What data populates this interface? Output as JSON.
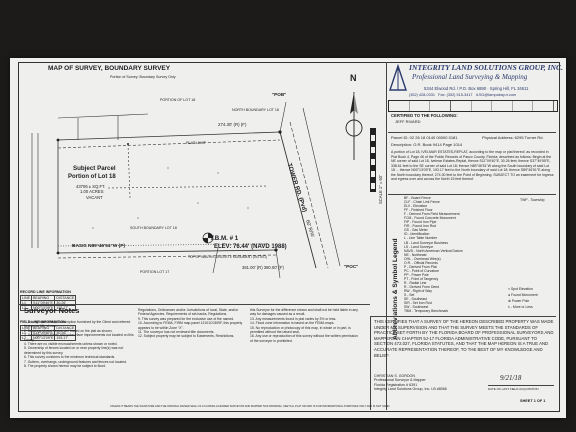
{
  "title_block": {
    "company": "INTEGRITY LAND SOLUTIONS GROUP, INC.",
    "tagline": "Professional Land Surveying & Mapping",
    "address": "5344 Elwood Rd. / P.O. Box 6890 · Spring Hill, FL 34611",
    "phone": "(352) 428-0331",
    "fax": "Fax: (352) 515-3417",
    "email": "ILSG@tampabay.rr.com"
  },
  "parcel_info": {
    "parcel_id": "Parcel ID: 02 26 18 0140 00000 0181",
    "physical_address": "Physical Address: 6295 Turner Rd.",
    "description_header": "Description: O.R. Book 9414 Page 1014",
    "certified_to_header": "CERTIFIED TO THE FOLLOWING:",
    "certified_to": "JEFF RIVARD",
    "legal_description": "A portion of Lot 18, IVELMAR ESTATES-REPLAT, according to the map or plat thereof, as recorded in Plat Book 4, Page 46 of the Public Records of Pasco County, Florida; described as follows: Begin at the NE corner of said Lot 18, Ivelmar Estates-Replat, thence S11°09'40\"E, 30.26 feet; thence S37°49'55\"E, 338.61 feet to the SE corner of said Lot 18; thence N89°46'51\"W along the South boundary of said Lot 18 ... thence N00°13'09\"E, 193.17 feet to the North boundary of said Lot 18; thence S89°46'51\"E along the North boundary thereof, 274.30 feet to the Point of Beginning. SUBJECT TO an easement for ingress and egress over and across the North 15 feet thereof."
  },
  "map": {
    "title": "MAP OF SURVEY, BOUNDARY SURVEY",
    "subtitle": "Portion of Survey: Boundary Survey Only",
    "subject_parcel": "Subject Parcel",
    "portion_of_lot": "Portion of Lot 18",
    "area_sqft": "43706 ± SQ.FT.",
    "area_acres": "1.00 ACRES",
    "vacant": "VACANT",
    "road_name": "TOWER RD. (Pvd)",
    "road_row": "60' R/W",
    "north_line_distance": "274.30' (R) (F)",
    "south_line_distance": "381.00' (R) 380.00' (F)",
    "plat_limit": "PLAT LIMIT",
    "tbm_label": "T.B.M. # 1",
    "elevation": "ELEV: 76.44' (NAVD 1988)",
    "bench_note": "TOP OF NAIL IN CONCRETE MONUMENT (NOTED)",
    "basis_label": "BASIS",
    "basis_bearing": "N89°46'51\"W (P)",
    "lot_labels": [
      "PORTION OF LOT 18",
      "NORTH BOUNDARY LOT 18",
      "SOUTH BOUNDARY LOT 18",
      "PORTION LOT 17"
    ],
    "pob": "\"POB\"",
    "poc": "\"POC\""
  },
  "line_table": {
    "title": "RECORD LINE INFORMATION",
    "headers": [
      "LINE",
      "BEARING",
      "DISTANCE"
    ],
    "rows": [
      [
        "L1",
        "S11°09'40\"E",
        "30.26'"
      ],
      [
        "L2",
        "N00°13'09\"E",
        "193.17'"
      ]
    ]
  },
  "field_table": {
    "title": "FIELD LINE INFORMATION",
    "headers": [
      "LINE",
      "BEARING",
      "DISTANCE"
    ],
    "rows": [
      [
        "L1",
        "S11°09'40\"E",
        "30.26'"
      ],
      [
        "L2",
        "N00°13'09\"E",
        "193.17'"
      ]
    ]
  },
  "legend": {
    "title": "Abbreviations & Symbol Legend",
    "items": [
      "BF - Board Fence",
      "CLF - Chain Link Fence",
      "ELV - Elevation",
      "FF - Finished Floor",
      "F - Derived From Field Measurement",
      "FCM - Found Concrete Monument",
      "FIP - Found Iron Pipe",
      "FIR - Found Iron Rod",
      "GS - Gas Meter",
      "ID - Identification",
      "L - Line Table Number",
      "LB - Land Surveyor Business",
      "LS - Land Surveyor",
      "NAVD - North American Vertical Datum",
      "NE - Northeast",
      "OHL - Overhead Wire(s)",
      "O.R. - Official Records",
      "P - Derived From Plat",
      "PC - Point of Curvature",
      "PP - Power Pole",
      "PT - Point of Tangency",
      "R - Radial Line",
      "R - Derived From Deed",
      "RW - Right of Way",
      "S - Set",
      "SE - Southeast",
      "SIR - Set Iron Rod",
      "SW - Southwest",
      "TBM - Temporary Benchmark"
    ],
    "right_items": [
      "TWP - Township"
    ],
    "symbols": [
      "Spot Elevation",
      "Found Monument",
      "Power Pole"
    ],
    "more_or_less": "± - More or Less"
  },
  "surveyor_notes": {
    "title": "Surveyor Notes",
    "notes": [
      "1. Survey based on the description furnished by the Client and referred hereon as title shown.",
      "2. Bearings shown hereon are based on the plat as shown.",
      "3. Underground utilities and subsurface improvements not located on this survey.",
      "4. There are no visible encroachments unless shown or noted.",
      "5. Ownership of fences located on or near property line(s) was not determined by this survey.",
      "6. This survey conforms to the minimum technical standards.",
      "7. Gutters, overhangs, underground features and fences not located.",
      "8. The property shown hereon may be subject to flood."
    ],
    "col2": [
      "Regulations, Ordinances and/or Jurisdictions of local, State, and/or Federal Agencies. Requirements of set-backs, Regulations.",
      "9. This survey was prepared for the exclusive use of the named.",
      "10. According to FEMA, FIRM map panel 12101C0309F, this property appears to be within Zone \"X\".",
      "11. The surveyor has not reviewed title documents.",
      "12. Subject property may be subject to Easements, Restrictions."
    ],
    "col3": [
      "this Surveyor for the difference shown and shall not be held liable in any way for damages caused as a result.",
      "13. Any measurements found in plat varies by 3% or less.",
      "14. Flood zone information is based on the FEMA maps.",
      "15. No reproduction or photocopy of this map, in whole or in part, is permitted without the raised seal.",
      "16. Any use or reproduction of this survey without the written permission of the surveyor is prohibited."
    ]
  },
  "certification": {
    "text": "THIS CERTIFIES THAT A SURVEY OF THE HEREON DESCRIBED PROPERTY WAS MADE UNDER MY SUPERVISION AND THAT THE SURVEY MEETS THE STANDARDS OF PRACTICE SET FORTH BY THE FLORIDA BOARD OF PROFESSIONAL SURVEYORS AND MAPPERS IN CHAPTER 5J-17 FLORIDA ADMINISTRATIVE CODE, PURSUANT TO SECTION 472.027, FLORIDA STATUTES, AND THAT THE MAP HEREON IS A TRUE AND ACCURATE REPRESENTATION THEREOF, TO THE BEST OF MY KNOWLEDGE AND BELIEF.",
    "surveyor_name": "CHRISTIAN S. GORDON",
    "surveyor_title": "Professional Surveyor & Mapper",
    "registration": "Florida Registration # 6391",
    "company": "Integrity Land Solutions Group, Inc. LB #8066",
    "date": "9/21/18",
    "date_label": "DATE OF LAST FIELD ACQUISITION",
    "sheet": "SHEET 1 OF 1"
  },
  "footer": "UNLESS IT BEARS THE SIGNATURE AND THE ORIGINAL RAISED SEAL OF A FLORIDA LICENSED SURVEYOR AND MAPPER THIS DRAWING, SKETCH, PLAT OR MAP IS FOR INFORMATIONAL PURPOSES ONLY AND IS NOT VALID.",
  "scale_label": "SCALE 1\" = 60'",
  "north_label": "N",
  "colors": {
    "paper": "#efefed",
    "ink": "#1e1e22",
    "logo_blue": "#2b3b6e",
    "background": "#1c1b19"
  }
}
